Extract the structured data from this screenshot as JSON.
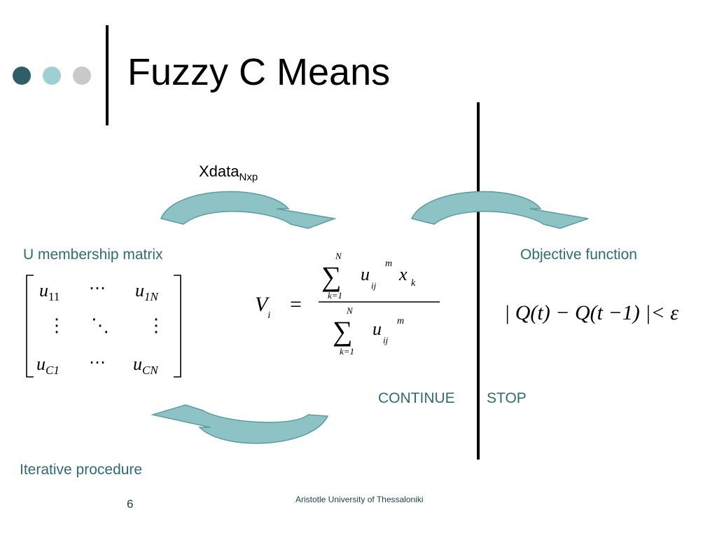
{
  "slide": {
    "title": "Fuzzy C Means",
    "xdata_base": "Xdata",
    "xdata_sub": "Nxp",
    "u_label": "U membership matrix",
    "objective_label": "Objective function",
    "continue_label": "CONTINUE",
    "stop_label": "STOP",
    "iterative_label": "Iterative procedure",
    "page_number": "6",
    "footer": "Aristotle University of Thessaloniki"
  },
  "matrix": {
    "r1c1": "u",
    "r1c1_sub": "11",
    "r1c2": "⋯",
    "r1c3": "u",
    "r1c3_sub": "1N",
    "r2c1": "⋮",
    "r2c2": "⋱",
    "r2c3": "⋮",
    "r3c1": "u",
    "r3c1_sub": "C1",
    "r3c2": "⋯",
    "r3c3": "u",
    "r3c3_sub": "CN"
  },
  "formula": {
    "lhs": "V",
    "lhs_sub": "i",
    "equals": "=",
    "sum_top": "N",
    "sum_bottom": "k=1",
    "num_u": "u",
    "u_sub": "ij",
    "u_sup": "m",
    "num_x": "x",
    "x_sub": "k"
  },
  "convergence": {
    "expr": "| Q(t) − Q(t −1) |< ε"
  },
  "colors": {
    "dot_dark": "#2f5f66",
    "dot_light": "#9ecfd2",
    "dot_gray": "#c9c9c9",
    "arrow_fill": "#8ec3c6",
    "arrow_stroke": "#5a9ba2",
    "label_teal": "#2f6b75"
  }
}
